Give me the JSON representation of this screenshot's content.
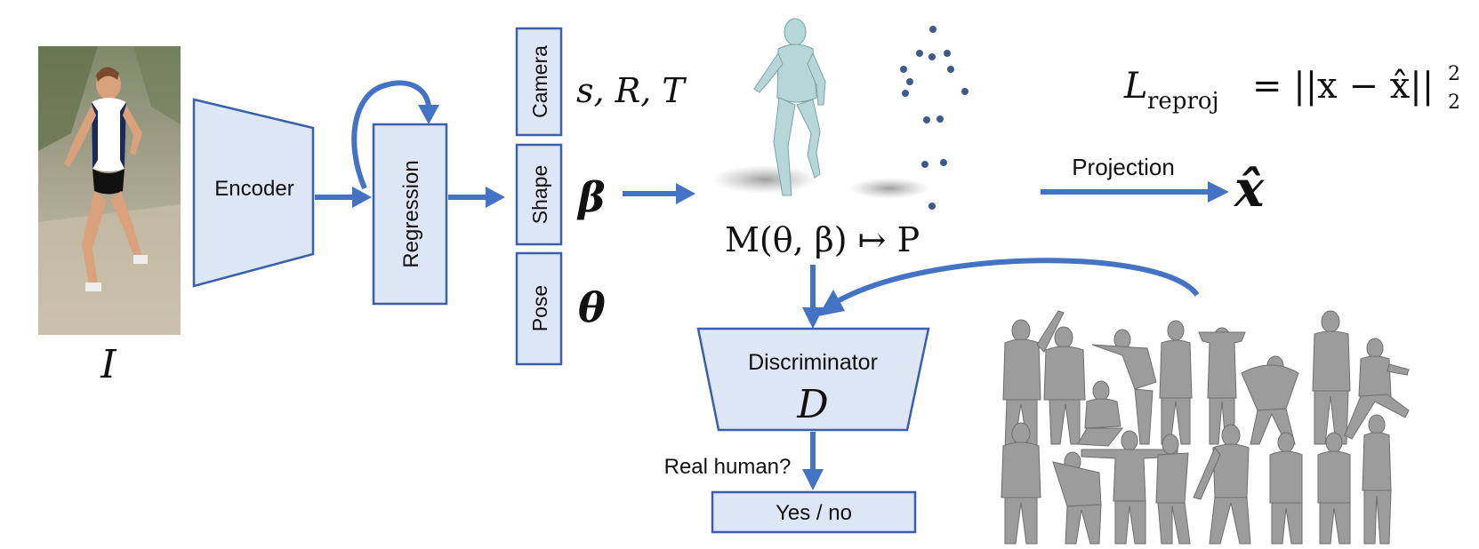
{
  "input": {
    "symbol": "I"
  },
  "encoder": {
    "label": "Encoder"
  },
  "regression": {
    "label": "Regression"
  },
  "params": {
    "camera": {
      "label": "Camera",
      "symbol": "s, R, T"
    },
    "shape": {
      "label": "Shape",
      "symbol": "β"
    },
    "pose": {
      "label": "Pose",
      "symbol": "θ"
    }
  },
  "model": {
    "formula": "M(θ, β) ↦ P"
  },
  "loss": {
    "L": "L",
    "subscript": "reproj",
    "rhs": "= ||x − x̂||",
    "sub2": "2",
    "sup2": "2"
  },
  "projection": {
    "label": "Projection",
    "symbol": "x̂"
  },
  "discriminator": {
    "label": "Discriminator",
    "symbol": "D"
  },
  "question": {
    "label": "Real human?"
  },
  "answer": {
    "label": "Yes / no"
  },
  "colors": {
    "arrow": "#4472c4",
    "box_fill": "#dde6f4",
    "box_stroke": "#3b5fa8"
  }
}
